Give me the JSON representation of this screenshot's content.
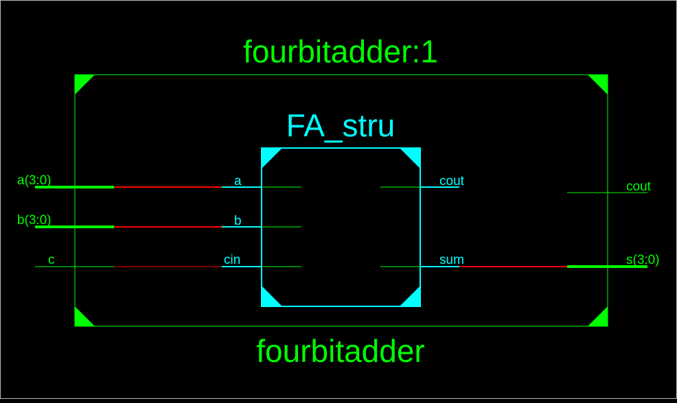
{
  "outer_module": {
    "instance_label": "fourbitadder:1",
    "module_name": "fourbitadder",
    "inputs": [
      "a(3:0)",
      "b(3:0)",
      "c"
    ],
    "outputs": [
      "cout",
      "s(3:0)"
    ]
  },
  "inner_module": {
    "name": "FA_stru",
    "inputs": [
      "a",
      "b",
      "cin"
    ],
    "outputs": [
      "cout",
      "sum"
    ]
  },
  "colors": {
    "background": "#000000",
    "outer_module": "#00ff00",
    "inner_module": "#00ffff",
    "bus_net": "#ff0000",
    "wire_net": "#ff0000"
  }
}
